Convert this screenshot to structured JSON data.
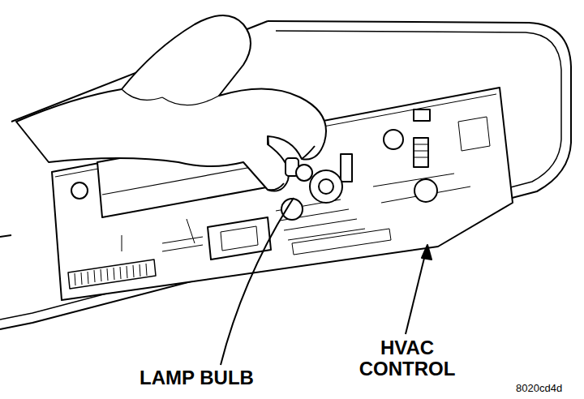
{
  "diagram": {
    "labels": [
      "LAMP BULB",
      "HVAC CONTROL",
      "8020cd4d"
    ]
  }
}
